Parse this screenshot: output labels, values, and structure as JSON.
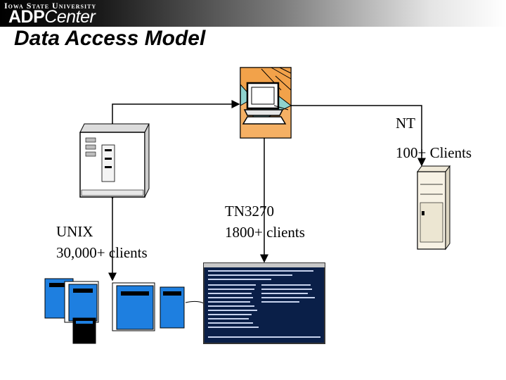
{
  "header": {
    "university": "Iowa State University",
    "brand_adp": "ADP",
    "brand_center": "Center"
  },
  "slide": {
    "title": "Data Access Model"
  },
  "nodes": {
    "nt": {
      "label": "NT",
      "count": "100+ Clients"
    },
    "tn3270": {
      "label": "TN3270",
      "count": "1800+ clients"
    },
    "unix": {
      "label": "UNIX",
      "count": "30,000+ clients"
    }
  },
  "icons": {
    "server": "server-tower-icon",
    "desktop": "desktop-computer-icon",
    "nt_pc": "pc-tower-icon",
    "mainframe": "mainframe-cluster-icon",
    "terminal": "terminal-screen-icon"
  },
  "colors": {
    "mainframe_blue": "#1e7fe0",
    "terminal_bg": "#0a1f48",
    "clipart_orange": "#f2a24a",
    "clipart_teal": "#7ecfc9"
  }
}
